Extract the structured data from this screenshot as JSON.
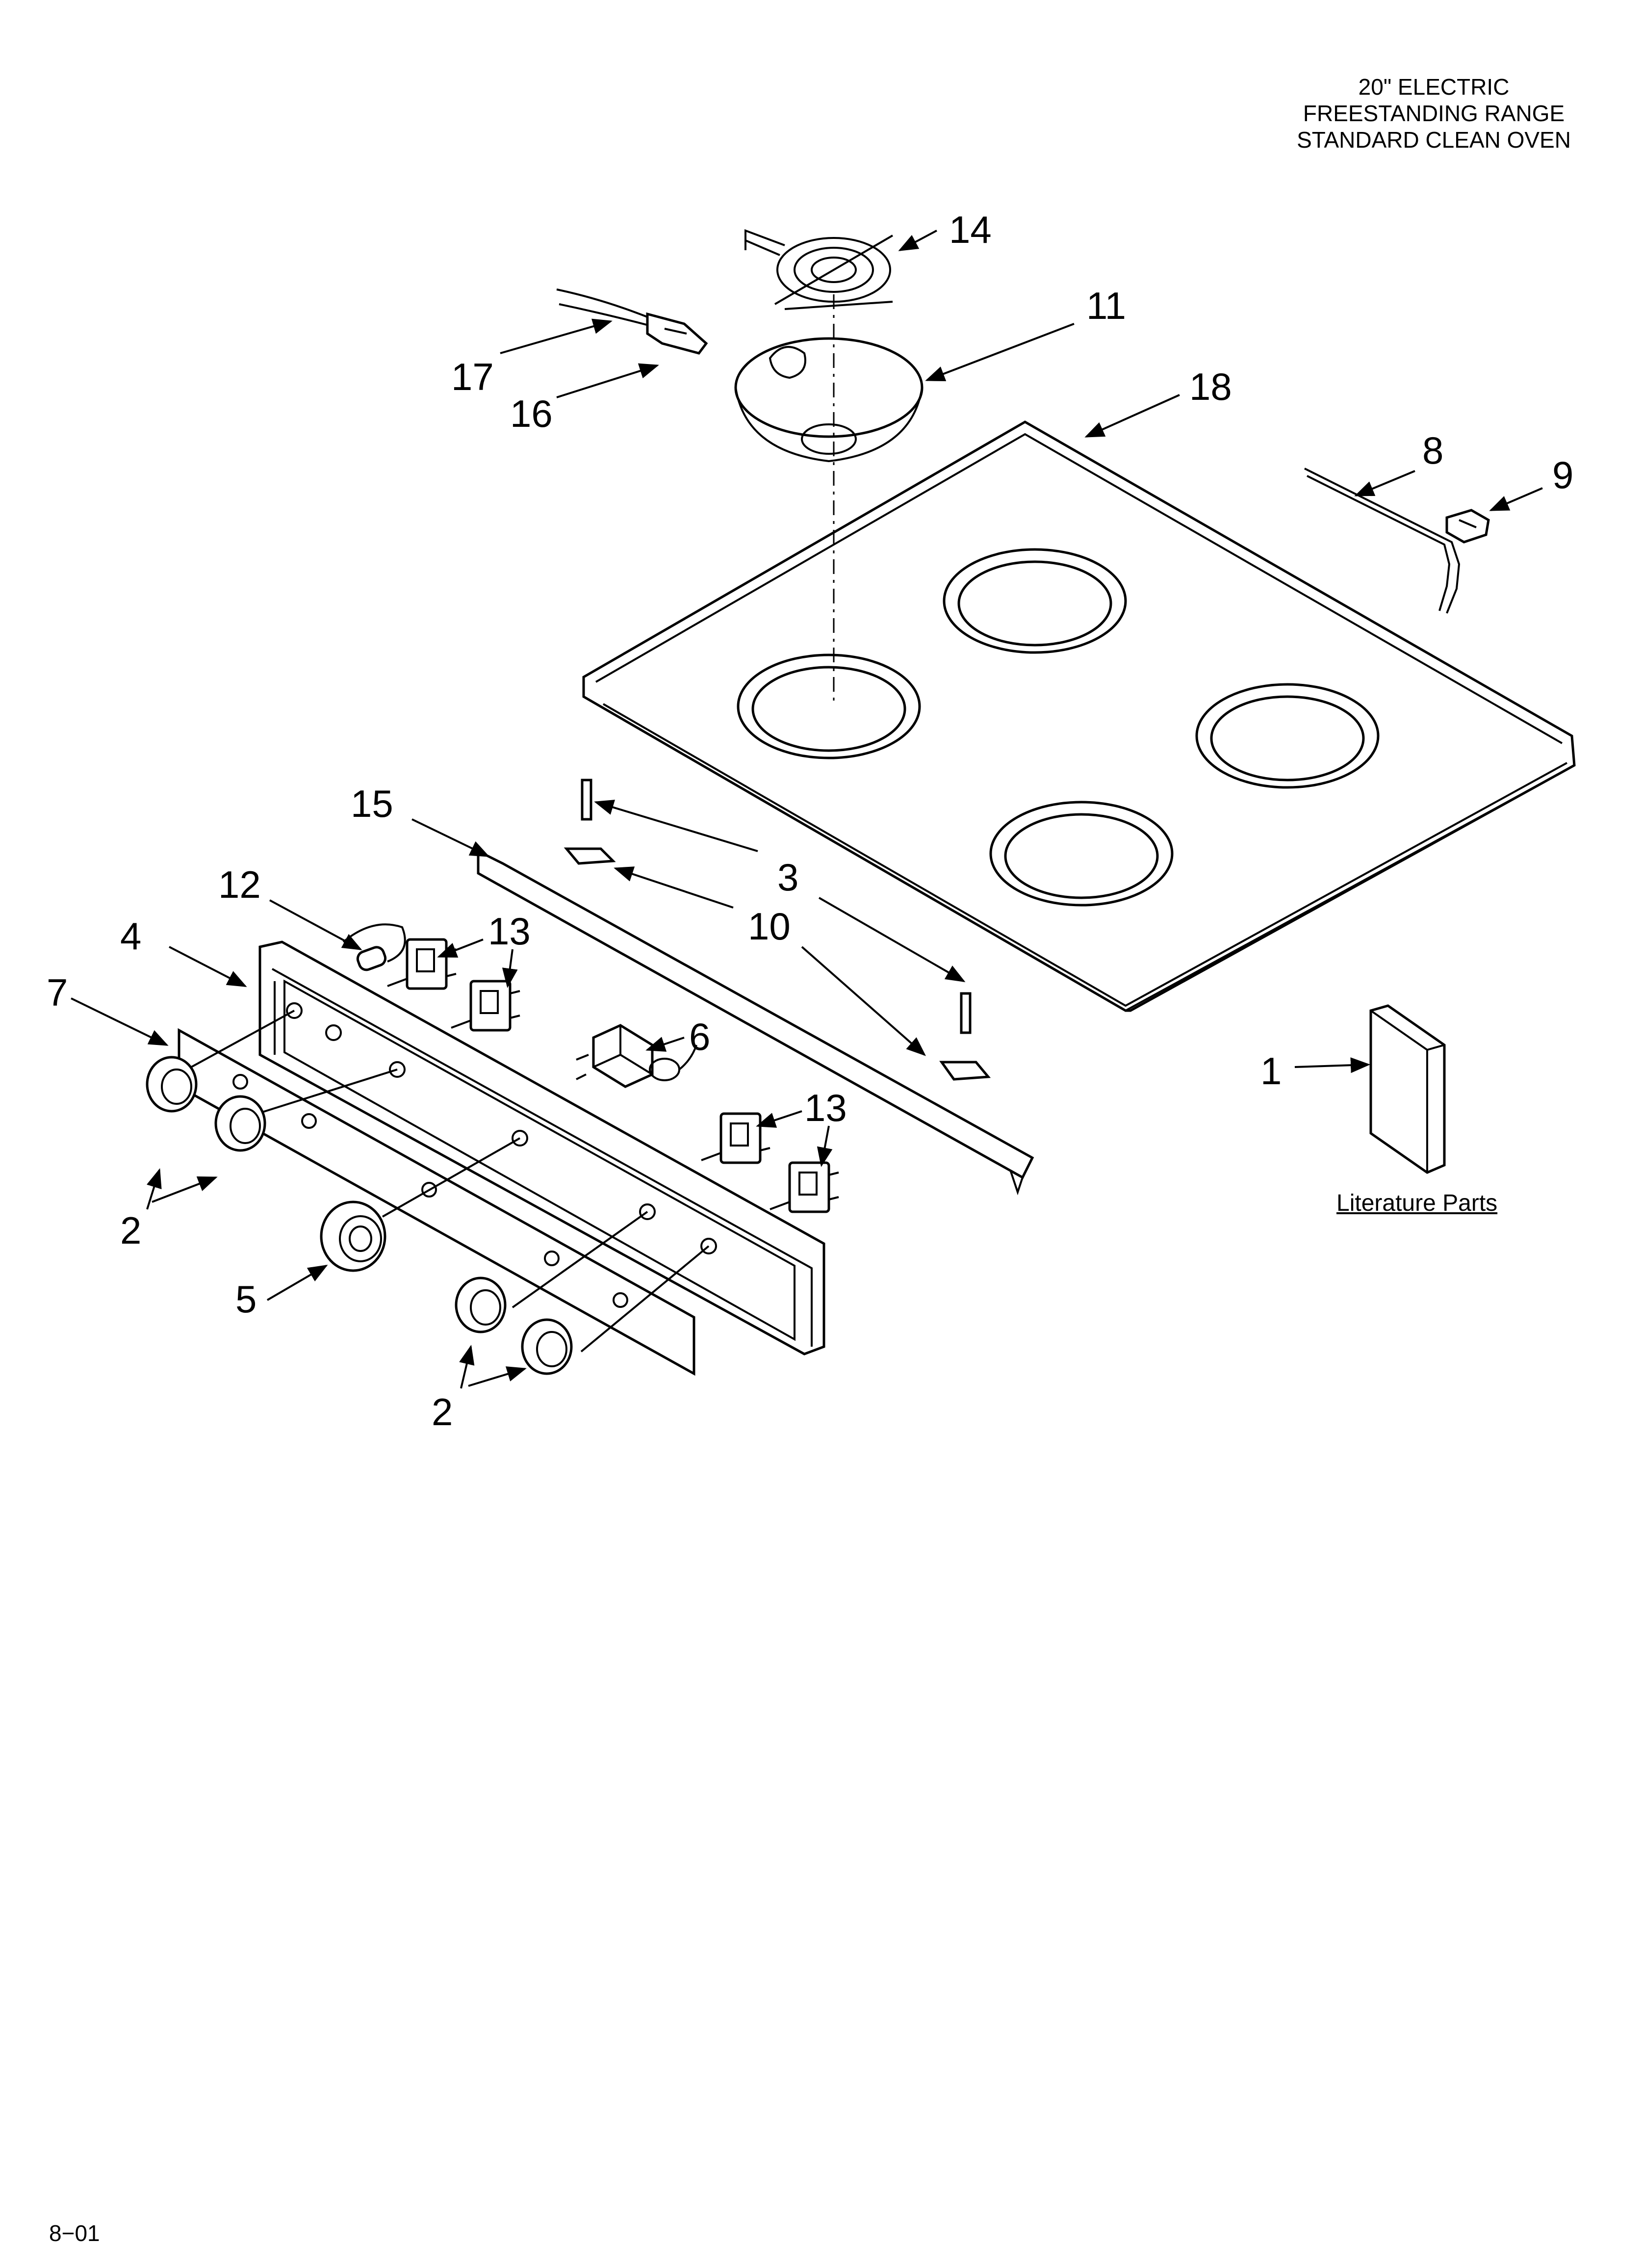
{
  "title": {
    "line1": "20\" ELECTRIC",
    "line2": "FREESTANDING RANGE",
    "line3": "STANDARD CLEAN OVEN"
  },
  "literature_caption": "Literature Parts",
  "footer_code": "8−01",
  "callouts": {
    "c1": "1",
    "c2a": "2",
    "c2b": "2",
    "c3": "3",
    "c4": "4",
    "c5": "5",
    "c6": "6",
    "c7": "7",
    "c8": "8",
    "c9": "9",
    "c10": "10",
    "c11": "11",
    "c12": "12",
    "c13a": "13",
    "c13b": "13",
    "c14": "14",
    "c15": "15",
    "c16": "16",
    "c17": "17",
    "c18": "18"
  }
}
